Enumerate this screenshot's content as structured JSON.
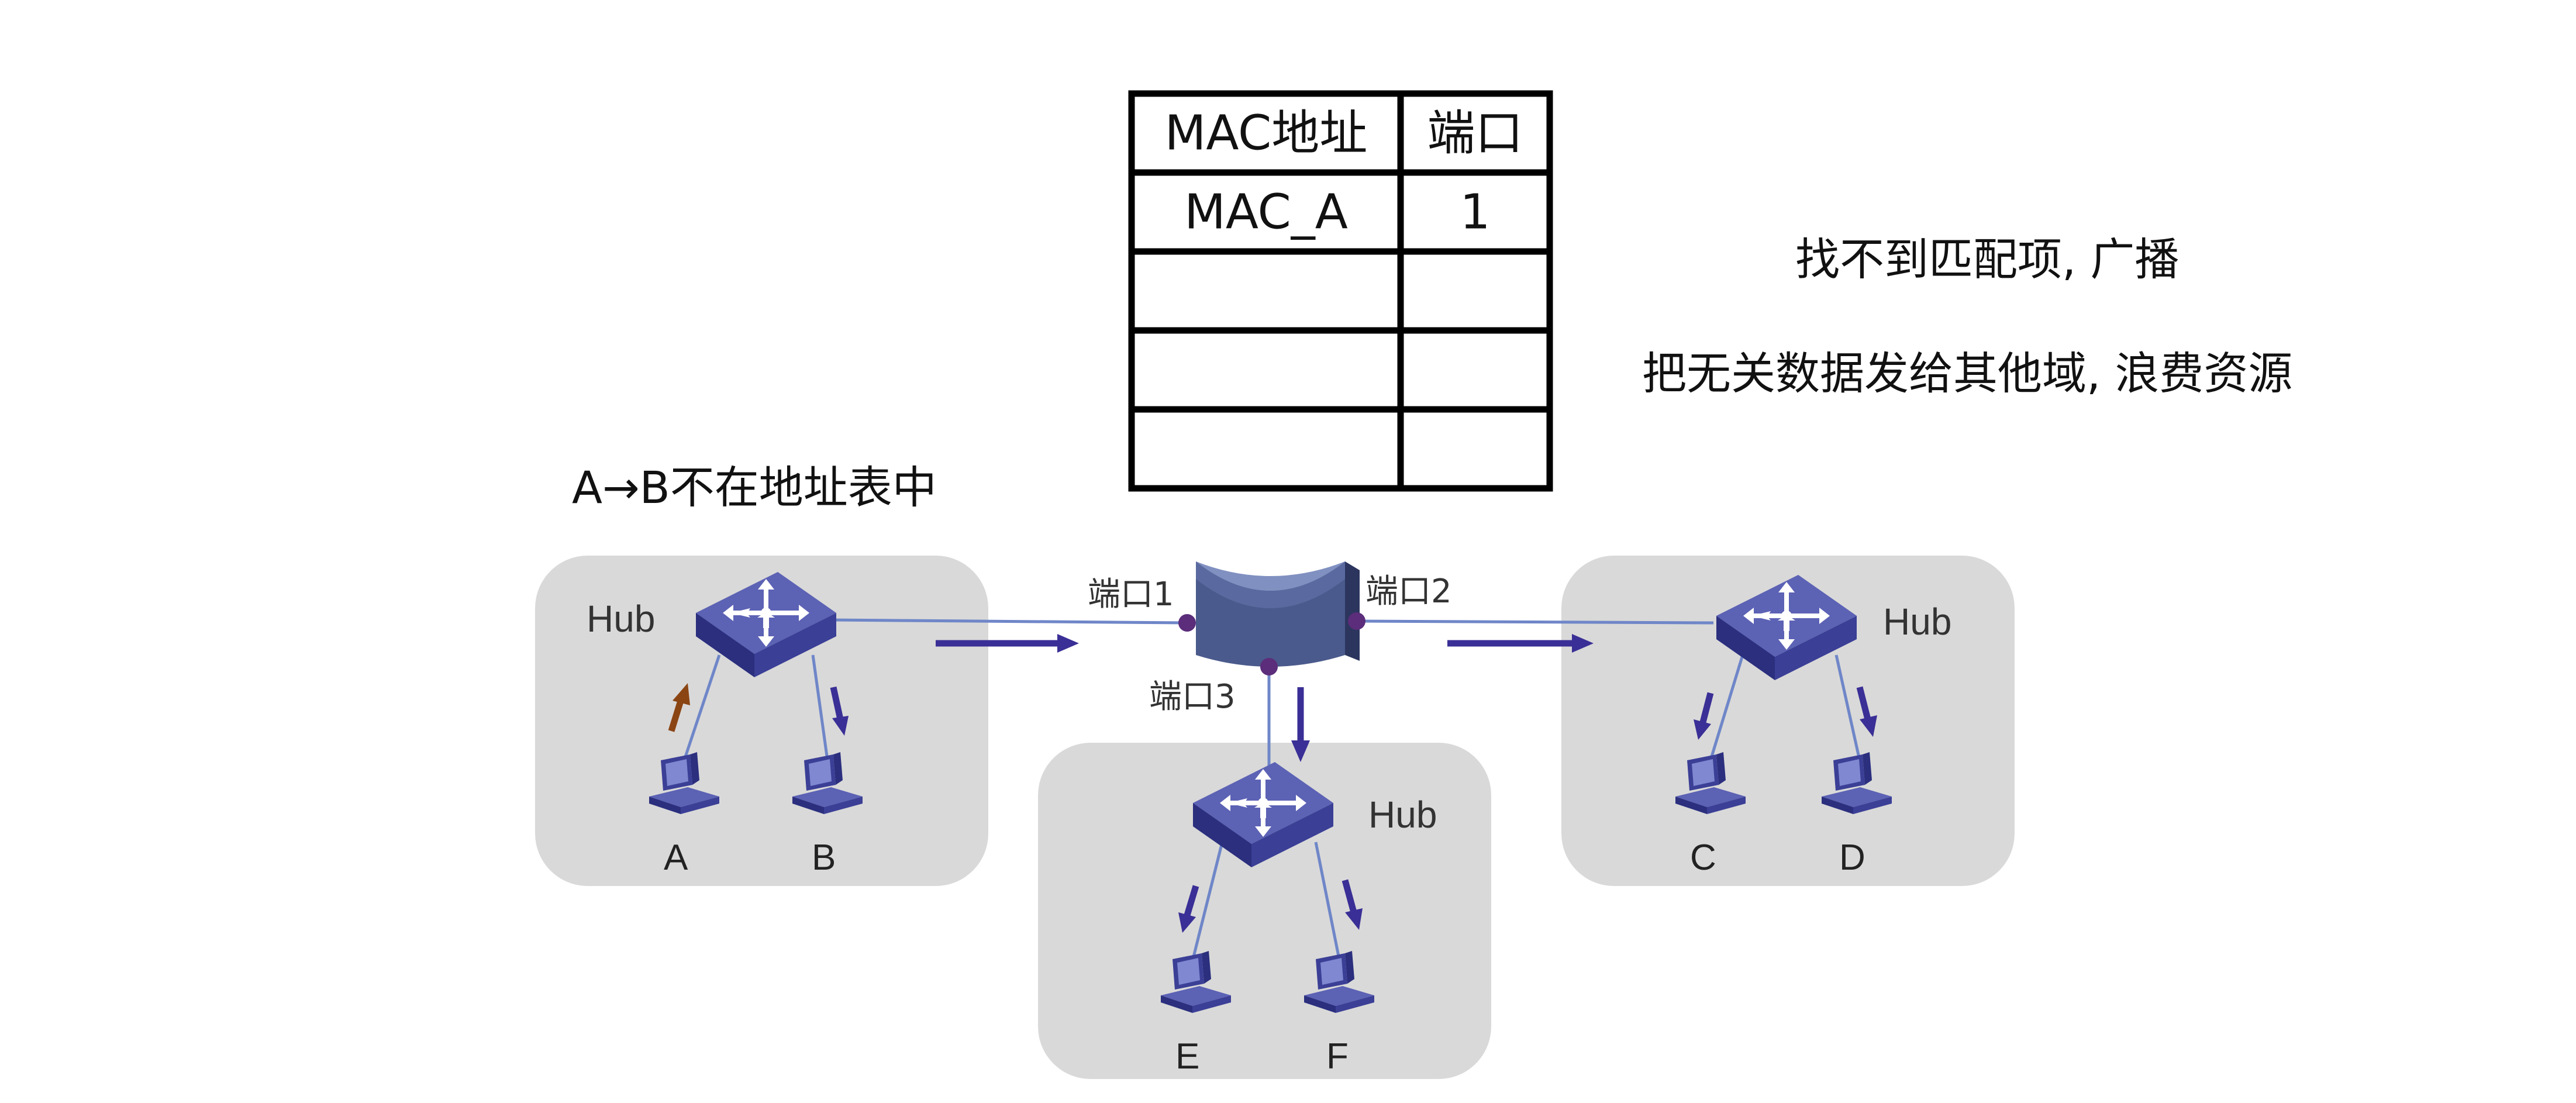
{
  "colors": {
    "hub": "#3b3f96",
    "hub_top": "#5c62b4",
    "hub_side": "#2b2f7e",
    "link": "#6f86c8",
    "arrow": "#3a2f96",
    "arrow_up": "#8b4513",
    "port_dot": "#5b2d7a",
    "group_bg": "#d9d9d9",
    "switch_front": "#4a5a8c",
    "switch_top": "#8090c0"
  },
  "heading": "A→B不在地址表中",
  "notes": [
    "找不到匹配项, 广播",
    "把无关数据发给其他域, 浪费资源"
  ],
  "table": {
    "headers": [
      "MAC地址",
      "端口"
    ],
    "rows": [
      [
        "MAC_A",
        "1"
      ],
      [
        "",
        ""
      ],
      [
        "",
        ""
      ],
      [
        "",
        ""
      ]
    ]
  },
  "ports": [
    "端口1",
    "端口2",
    "端口3"
  ],
  "hub_label": "Hub",
  "groups": [
    {
      "id": "left",
      "hub": "Hub",
      "pcs": [
        "A",
        "B"
      ]
    },
    {
      "id": "bottom",
      "hub": "Hub",
      "pcs": [
        "E",
        "F"
      ]
    },
    {
      "id": "right",
      "hub": "Hub",
      "pcs": [
        "C",
        "D"
      ]
    }
  ],
  "icons": {
    "hub": "hub-icon",
    "pc": "computer-icon",
    "switch": "switch-icon",
    "arrow": "arrow-icon"
  }
}
